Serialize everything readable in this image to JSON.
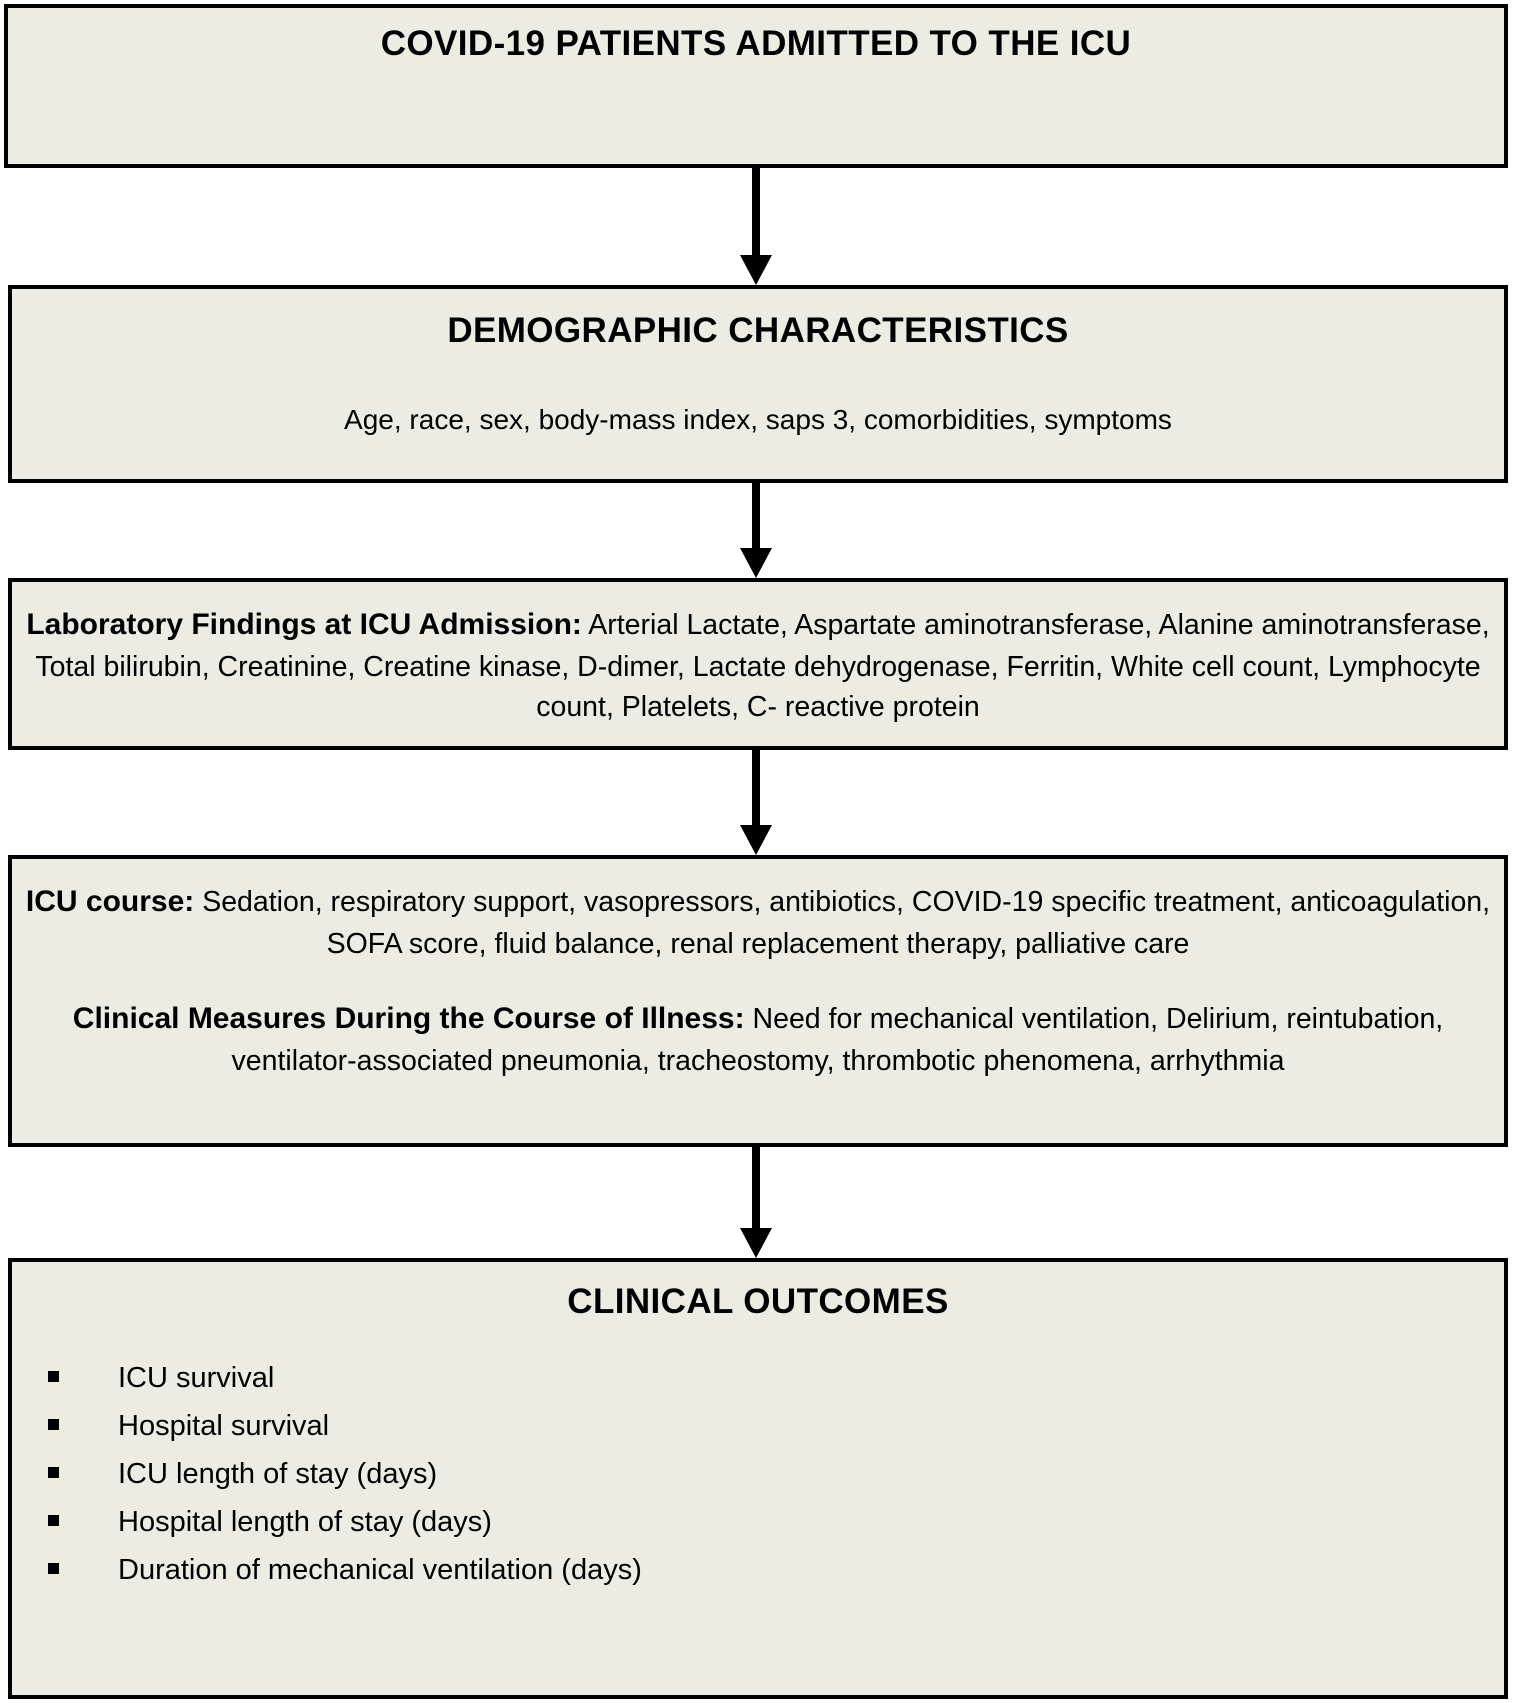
{
  "figure": {
    "type": "flowchart",
    "orientation": "top-to-bottom",
    "box_fill": "#ECECE2",
    "box_border": "#000000",
    "text_color": "#000000",
    "arrow_color": "#000000"
  },
  "nodes": {
    "admitted": {
      "title": "COVID-19 PATIENTS ADMITTED TO THE ICU"
    },
    "demographics": {
      "title": "DEMOGRAPHIC CHARACTERISTICS",
      "items_line": "Age, race, sex, body-mass index, saps 3, comorbidities, symptoms"
    },
    "lab": {
      "label": "Laboratory Findings at ICU Admission:",
      "items_text": " Arterial Lactate, Aspartate aminotransferase, Alanine aminotransferase, Total bilirubin, Creatinine, Creatine kinase, D-dimer, Lactate dehydrogenase, Ferritin, White cell count, Lymphocyte count, Platelets, C- reactive protein"
    },
    "icu_course": {
      "label": "ICU course:",
      "items_text": " Sedation, respiratory support, vasopressors, antibiotics, COVID-19 specific treatment, anticoagulation, SOFA score, fluid balance, renal replacement therapy, palliative care",
      "measures_label": "Clinical Measures During the Course of Illness:",
      "measures_text": "  Need for mechanical ventilation, Delirium, reintubation, ventilator-associated pneumonia, tracheostomy, thrombotic phenomena, arrhythmia"
    },
    "outcomes": {
      "title": "CLINICAL OUTCOMES",
      "bullets": [
        "ICU survival",
        "Hospital survival",
        "ICU length of stay (days)",
        "Hospital length of stay (days)",
        "Duration of mechanical ventilation (days)"
      ]
    }
  }
}
